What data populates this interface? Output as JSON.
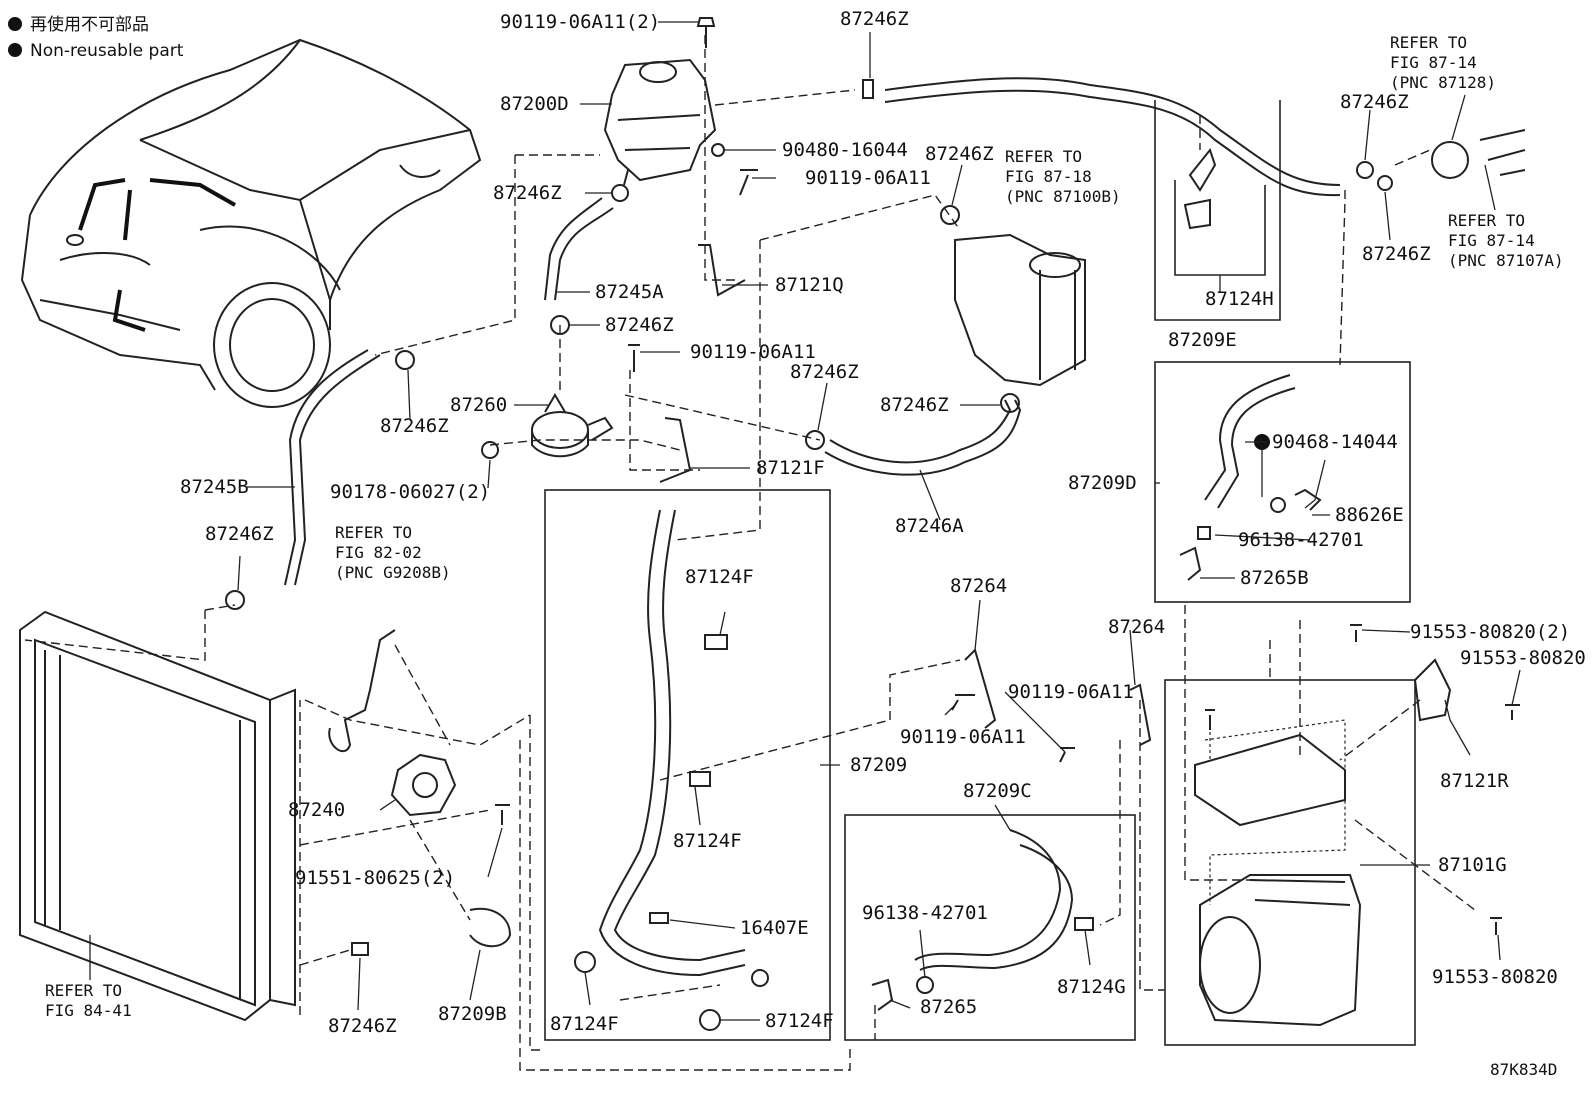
{
  "legend": {
    "jp_label": "再使用不可部品",
    "en_label": "Non-reusable part"
  },
  "diagram_code": "87K834D",
  "refs": {
    "r_87_14_a": [
      "REFER TO",
      "FIG 87-14",
      "(PNC 87128)"
    ],
    "r_87_14_b": [
      "REFER TO",
      "FIG 87-14",
      "(PNC 87107A)"
    ],
    "r_87_18": [
      "REFER TO",
      "FIG 87-18",
      "(PNC 87100B)"
    ],
    "r_82_02": [
      "REFER TO",
      "FIG 82-02",
      "(PNC G9208B)"
    ],
    "r_84_41": [
      "REFER TO",
      "FIG 84-41"
    ]
  },
  "labels": {
    "p90119_06A11_2": "90119-06A11(2)",
    "p87246Z_top": "87246Z",
    "p87200D": "87200D",
    "p90480": "90480-16044",
    "p90119_06A11_a": "90119-06A11",
    "p87246Z_a": "87246Z",
    "p87246Z_b": "87246Z",
    "p87245A": "87245A",
    "p87121Q": "87121Q",
    "p87246Z_c": "87246Z",
    "p90119_06A11_b": "90119-06A11",
    "p87246Z_d": "87246Z",
    "p87260": "87260",
    "p87246Z_e": "87246Z",
    "p87246Z_f": "87246Z",
    "p87121F": "87121F",
    "p90178": "90178-06027(2)",
    "p87245B": "87245B",
    "p87246Z_g": "87246Z",
    "p87246A": "87246A",
    "p87246Z_h": "87246Z",
    "p87246Z_i": "87246Z",
    "p87124H": "87124H",
    "p87209E": "87209E",
    "p87209D": "87209D",
    "p90468": "90468-14044",
    "p88626E": "88626E",
    "p96138_a": "96138-42701",
    "p87265B": "87265B",
    "p87124F_a": "87124F",
    "p87264_a": "87264",
    "p87264_b": "87264",
    "p91553_2": "91553-80820(2)",
    "p91553_a": "91553-80820",
    "p87121R": "87121R",
    "p90119_06A11_c": "90119-06A11",
    "p90119_06A11_d": "90119-06A11",
    "p87209": "87209",
    "p87240": "87240",
    "p87124F_b": "87124F",
    "p87209C": "87209C",
    "p87101G": "87101G",
    "p91551": "91551-80625(2)",
    "p16407E": "16407E",
    "p96138_b": "96138-42701",
    "p87124G": "87124G",
    "p91553_b": "91553-80820",
    "p87209B": "87209B",
    "p87246Z_j": "87246Z",
    "p87124F_c": "87124F",
    "p87124F_d": "87124F",
    "p87265": "87265"
  }
}
